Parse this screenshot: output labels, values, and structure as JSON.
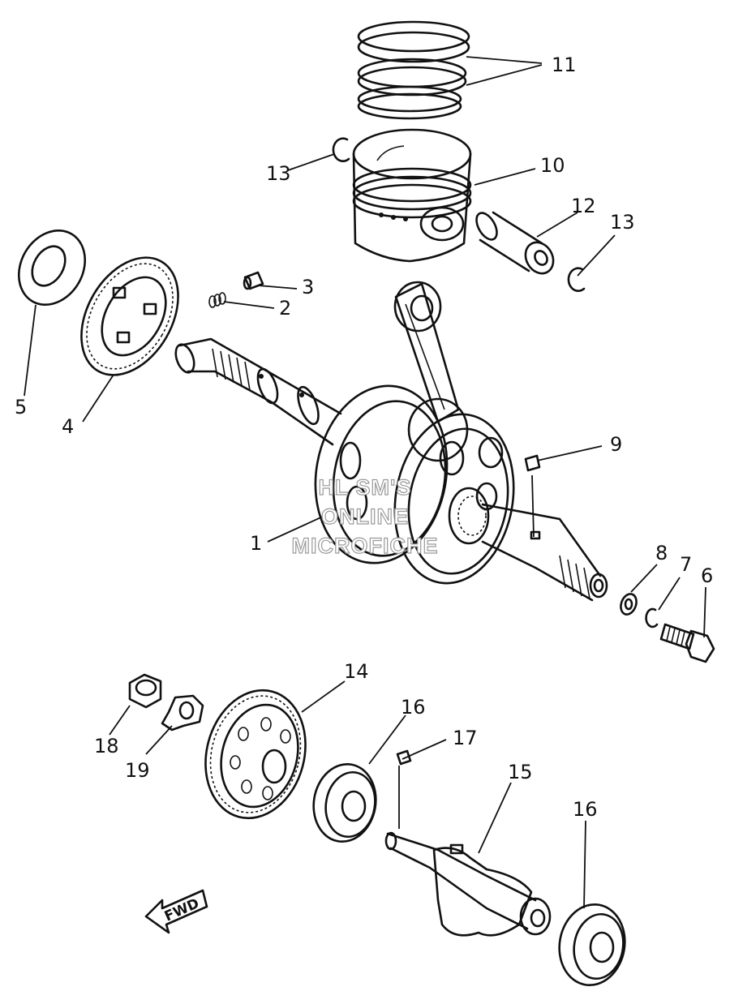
{
  "callouts": {
    "c1": "1",
    "c2": "2",
    "c3": "3",
    "c4": "4",
    "c5": "5",
    "c6": "6",
    "c7": "7",
    "c8": "8",
    "c9": "9",
    "c10": "10",
    "c11": "11",
    "c12": "12",
    "c13a": "13",
    "c13b": "13",
    "c14": "14",
    "c15": "15",
    "c16a": "16",
    "c16b": "16",
    "c17": "17",
    "c18": "18",
    "c19": "19"
  },
  "direction_marker": "FWD",
  "watermark": {
    "line1": "HL SM'S",
    "line2": "ONLINE",
    "line3": "MICROFICHE"
  }
}
